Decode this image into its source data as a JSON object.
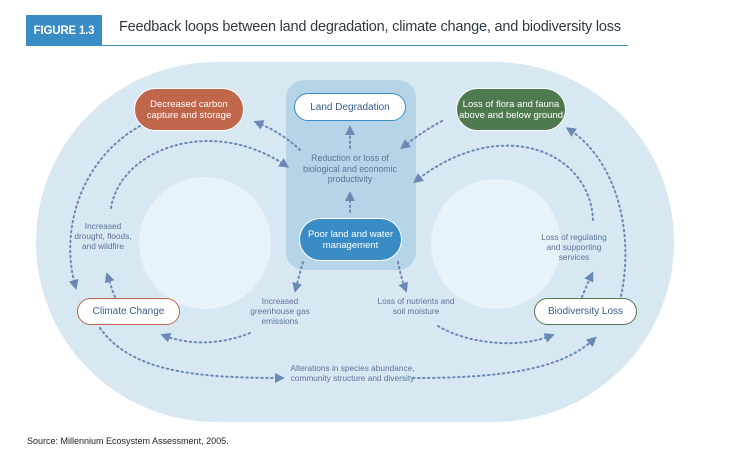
{
  "header": {
    "figure_label": "FIGURE 1.3",
    "title": "Feedback loops between land degradation, climate change, and biodiversity loss"
  },
  "colors": {
    "accent_blue": "#3a8cc4",
    "carbon_node": "#c0674b",
    "flora_node": "#4f7a4f",
    "background_shape": "#d7e8f3",
    "central_panel": "#b5d4e8",
    "inner_circle": "#e8f2f9",
    "arrow": "#6a89b4"
  },
  "nodes": {
    "land_degradation": "Land Degradation",
    "poor_management": "Poor land and water management",
    "decreased_carbon": "Decreased carbon capture and storage",
    "loss_flora": "Loss of flora and fauna above and below ground",
    "climate_change": "Climate Change",
    "biodiversity_loss": "Biodiversity Loss"
  },
  "labels": {
    "reduction": "Reduction or loss of biological and economic productivity",
    "drought": "Increased drought, floods, and wildfire",
    "ghg": "Increased greenhouse gas emissions",
    "nutrients": "Loss of nutrients and soil moisture",
    "regulating": "Loss of regulating and supporting services",
    "alterations": "Alterations in species abundance, community structure and diversity"
  },
  "source": "Source: Millennium Ecosystem Assessment, 2005."
}
